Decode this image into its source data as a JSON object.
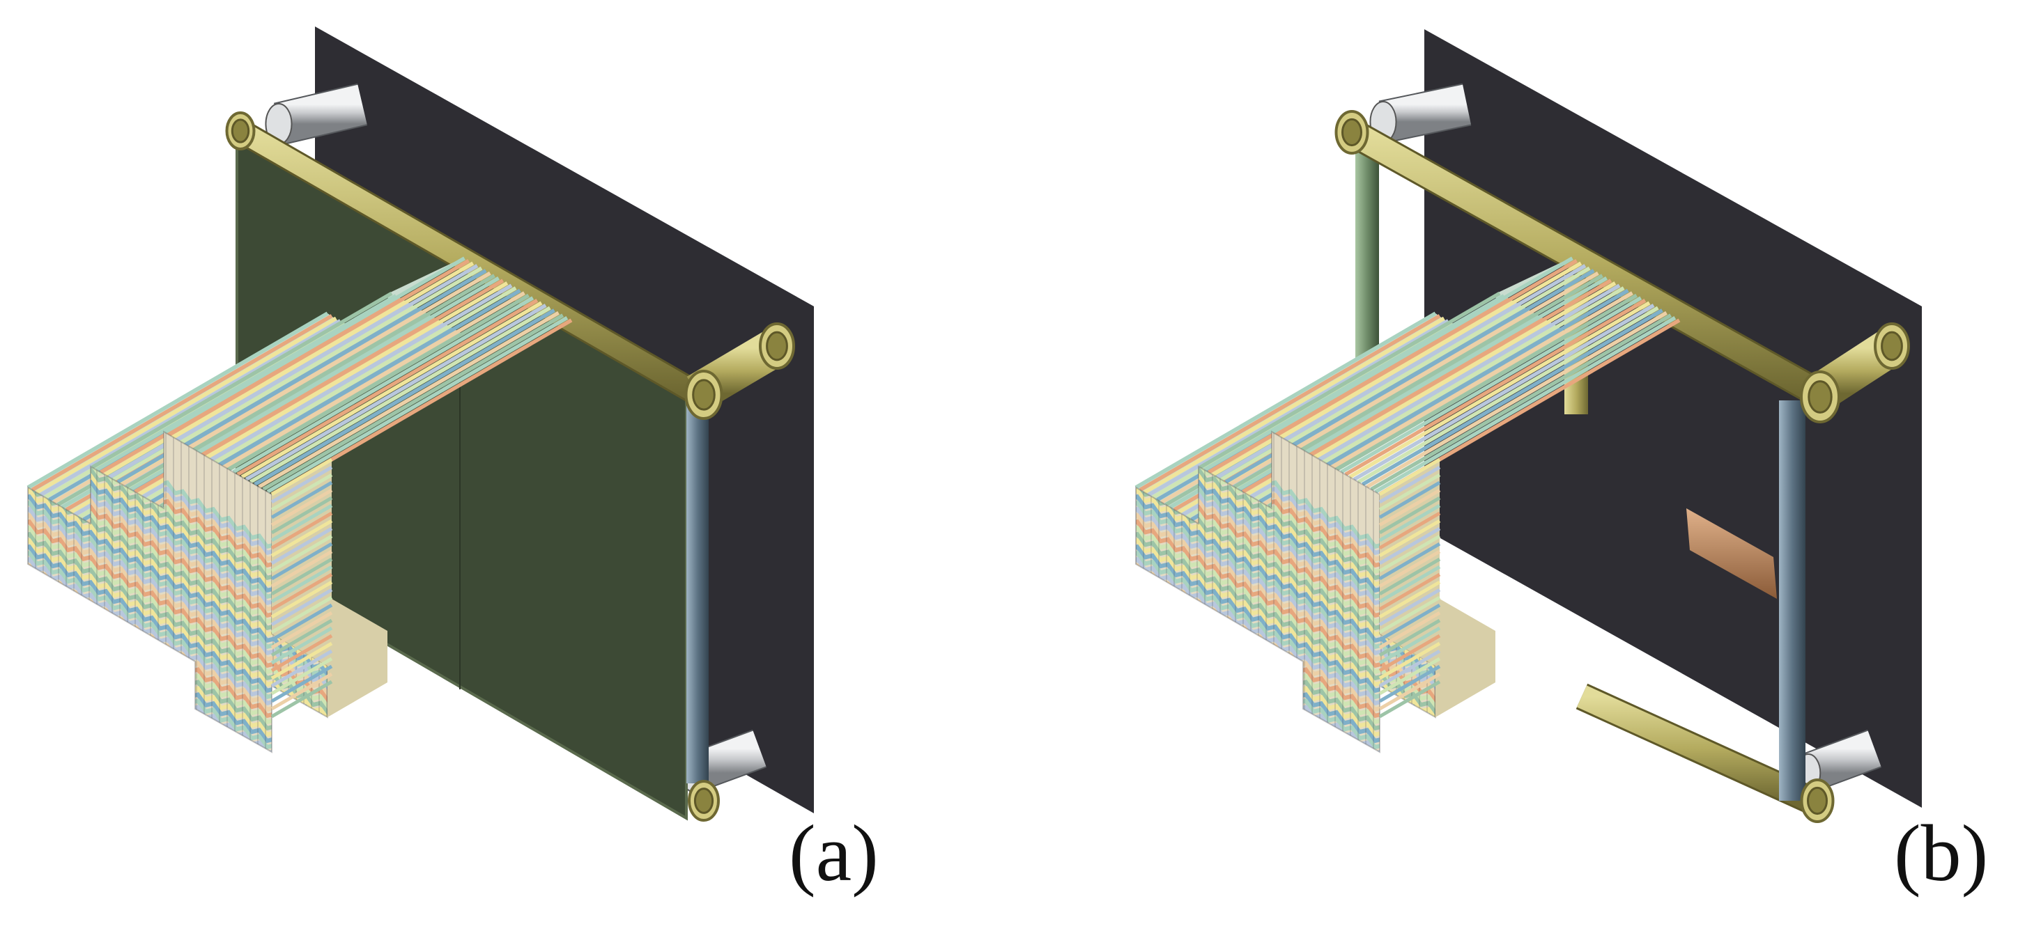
{
  "figure": {
    "panels": [
      {
        "id": "a",
        "label": "(a)",
        "variant": "with-panel-plate"
      },
      {
        "id": "b",
        "label": "(b)",
        "variant": "frame-only"
      }
    ],
    "colors": {
      "background_plate": "#2e2d33",
      "front_panel": "#3d4a35",
      "frame_bar": "#b4ab5f",
      "frame_bar_dark": "#817a3e",
      "rod": "#c7c9cc",
      "post_blue": "#5d7384",
      "post_green": "#6f8c69",
      "bracket_orange": "#b5825a"
    },
    "stripe_palette": [
      "#a9d3c0",
      "#e7a77e",
      "#f0e59b",
      "#b8c7dd",
      "#cfe5b4",
      "#7fb0c9",
      "#ecd0a7",
      "#9dc4a7"
    ],
    "icons": [
      "sandwich-block-icon",
      "frame-icon",
      "rod-icon"
    ]
  }
}
